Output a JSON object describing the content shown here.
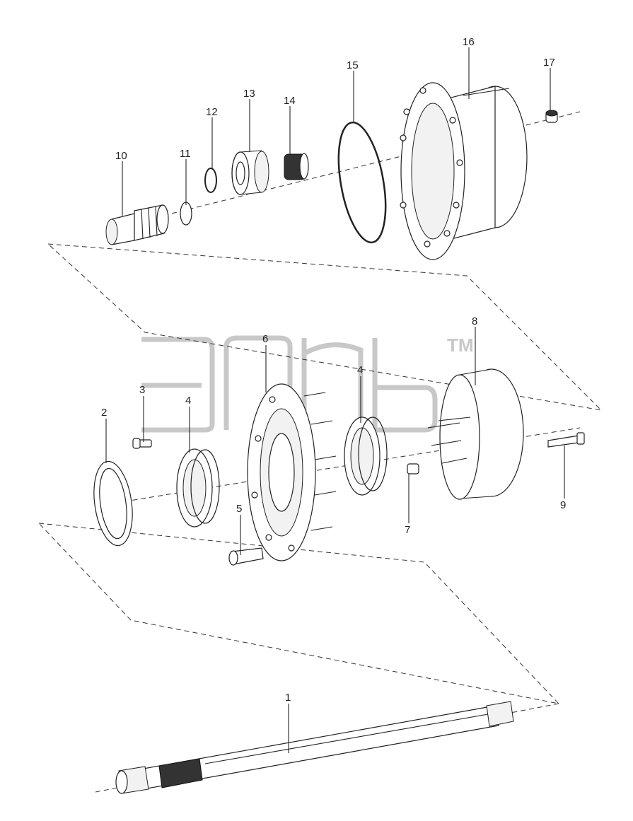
{
  "watermark": {
    "trademark": "TM"
  },
  "callouts": [
    {
      "id": "c1",
      "label": "1"
    },
    {
      "id": "c2",
      "label": "2"
    },
    {
      "id": "c3",
      "label": "3"
    },
    {
      "id": "c4a",
      "label": "4"
    },
    {
      "id": "c4b",
      "label": "4"
    },
    {
      "id": "c5",
      "label": "5"
    },
    {
      "id": "c6",
      "label": "6"
    },
    {
      "id": "c7",
      "label": "7"
    },
    {
      "id": "c8",
      "label": "8"
    },
    {
      "id": "c9",
      "label": "9"
    },
    {
      "id": "c10",
      "label": "10"
    },
    {
      "id": "c11",
      "label": "11"
    },
    {
      "id": "c12",
      "label": "12"
    },
    {
      "id": "c13",
      "label": "13"
    },
    {
      "id": "c14",
      "label": "14"
    },
    {
      "id": "c15",
      "label": "15"
    },
    {
      "id": "c16",
      "label": "16"
    },
    {
      "id": "c17",
      "label": "17"
    }
  ]
}
